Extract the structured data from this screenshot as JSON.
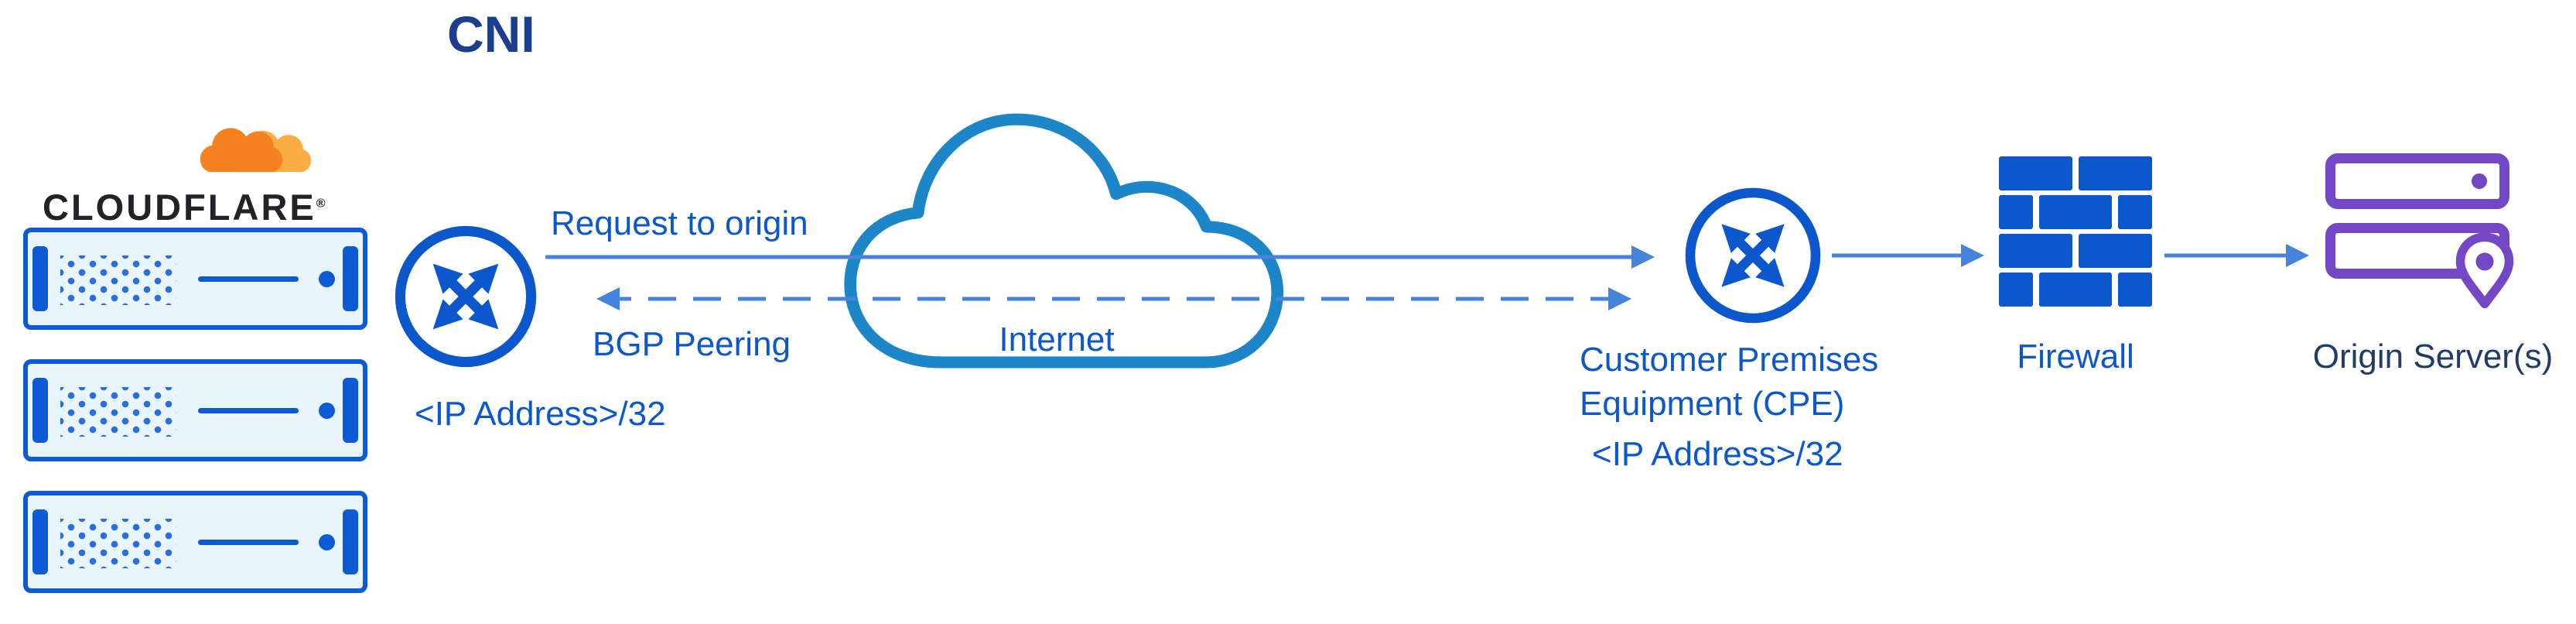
{
  "title": "CNI",
  "colors": {
    "blue": "#0b57cb",
    "arrow": "#4583dc",
    "cloud": "#1d86c9",
    "navy": "#1b3e8f",
    "dark": "#222326",
    "purple": "#7448c5",
    "orange": "#f6821f",
    "orange_light": "#fbad41",
    "rack_fill": "#e9f5fd",
    "rack_border": "#0d5ad5",
    "rack_dot": "#2a6ede",
    "origin_label": "#223c66"
  },
  "cloudflare": {
    "wordmark": "CLOUDFLARE",
    "registered": "®"
  },
  "edge_router": {
    "icon": "router-icon",
    "ip_label": "<IP Address>/32"
  },
  "links": {
    "request": {
      "label": "Request to origin"
    },
    "bgp": {
      "label": "BGP Peering"
    }
  },
  "internet": {
    "label": "Internet"
  },
  "cpe": {
    "name_line1": "Customer Premises",
    "name_line2": "Equipment (CPE)",
    "ip_label": "<IP Address>/32"
  },
  "firewall": {
    "label": "Firewall"
  },
  "origin": {
    "label": "Origin Server(s)"
  }
}
